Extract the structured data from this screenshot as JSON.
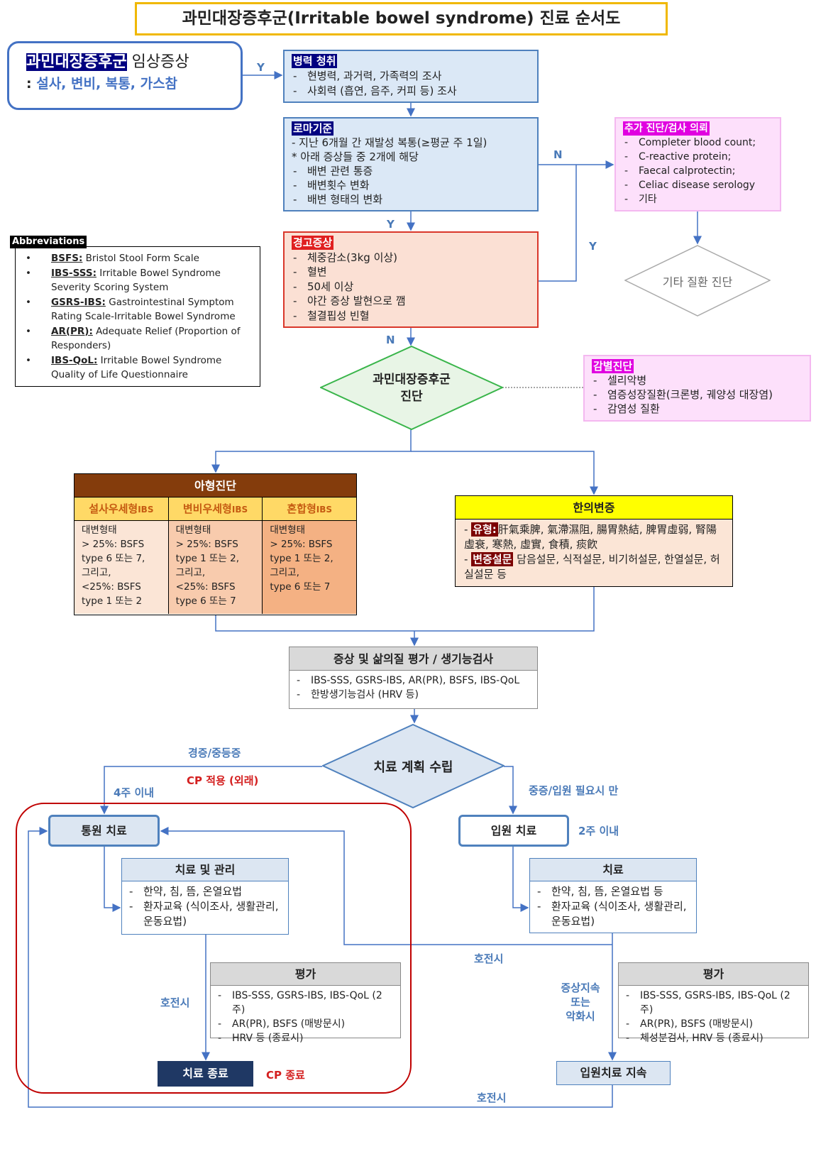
{
  "title": "과민대장증후군(Irritable bowel syndrome) 진료 순서도",
  "clinical": {
    "tag": "과민대장증후군",
    "title_rest": " 임상증상",
    "symptoms_prefix": ": ",
    "symptoms": "설사, 변비, 복통, 가스참"
  },
  "history": {
    "tag": "병력 청취",
    "items": [
      "현병력, 과거력, 가족력의 조사",
      "사회력 (흡연, 음주, 커피 등) 조사"
    ]
  },
  "rome": {
    "tag": "로마기준",
    "line1": "- 지난 6개월 간 재발성 복통(≥평균 주 1일)",
    "line2": "* 아래 증상들 중 2개에 해당",
    "items": [
      "배변 관련 통증",
      "배변횟수 변화",
      "배변 형태의 변화"
    ]
  },
  "extra": {
    "tag": "추가 진단/검사 의뢰",
    "items": [
      "Completer blood count;",
      "C-reactive protein;",
      "Faecal calprotectin;",
      "Celiac disease serology",
      "기타"
    ]
  },
  "other_dx": "기타 질환 진단",
  "abbr": {
    "label": "Abbreviations",
    "items": [
      {
        "k": "BSFS:",
        "v": " Bristol Stool Form Scale"
      },
      {
        "k": "IBS-SSS:",
        "v": " Irritable Bowel Syndrome Severity Scoring System"
      },
      {
        "k": "GSRS-IBS:",
        "v": " Gastrointestinal Symptom Rating Scale-Irritable Bowel Syndrome"
      },
      {
        "k": "AR(PR):",
        "v": " Adequate Relief (Proportion of Responders)"
      },
      {
        "k": "IBS-QoL:",
        "v": " Irritable Bowel Syndrome Quality of Life Questionnaire"
      }
    ]
  },
  "warning": {
    "tag": "경고증상",
    "items": [
      "체중감소(3kg 이상)",
      "혈변",
      "50세 이상",
      "야간 증상 발현으로 깸",
      "철결핍성 빈혈"
    ]
  },
  "dx": {
    "line1": "과민대장증후군",
    "line2": "진단"
  },
  "ddx": {
    "tag": "감별진단",
    "items": [
      "셀리악병",
      "염증성장질환(크론병, 궤양성 대장염)",
      "감염성 질환"
    ]
  },
  "subtype": {
    "header": "아형진단",
    "cols": [
      {
        "name": "설사우세형",
        "suffix": "IBS",
        "body": "대변형태\n> 25%: BSFS type 6 또는 7,\n그리고,\n<25%: BSFS type 1 또는 2"
      },
      {
        "name": "변비우세형",
        "suffix": "IBS",
        "body": "대변형태\n> 25%: BSFS type 1 또는 2,\n그리고,\n<25%: BSFS type 6 또는 7"
      },
      {
        "name": "혼합형",
        "suffix": "IBS",
        "body": "대변형태\n> 25%: BSFS type 1 또는 2,\n그리고,\ntype 6 또는 7"
      }
    ]
  },
  "km": {
    "header": "한의변증",
    "type_tag": "유형:",
    "types": "肝氣乘脾, 氣滯濕阻, 腸胃熱結, 脾胃虛弱, 腎陽虛衰, 寒熱, 虛實, 食積, 痰飮",
    "q_tag": "변증설문",
    "q": " 담음설문, 식적설문, 비기허설문, 한열설문, 허실설문 등"
  },
  "eval1": {
    "header": "증상 및 삶의질 평가 / 생기능검사",
    "items": [
      "IBS-SSS, GSRS-IBS, AR(PR), BSFS, IBS-QoL",
      "한방생기능검사 (HRV 등)"
    ]
  },
  "plan": "치료 계획 수립",
  "labels": {
    "y1": "Y",
    "n1": "N",
    "y2": "Y",
    "y3": "Y",
    "n2": "N",
    "mild": "경증/중등증",
    "cp_apply": "CP 적용 (외래)",
    "w4": "4주 이내",
    "severe": "중증/입원 필요시 만",
    "w2": "2주 이내",
    "improve1": "호전시",
    "improve2": "호전시",
    "improve3": "호전시",
    "worse": "증상지속\n또는\n악화시",
    "cp_end": "CP 종료"
  },
  "outpatient": "통원 치료",
  "inpatient": "입원 치료",
  "tx_mgmt": {
    "header": "치료 및 관리",
    "items": [
      "한약, 침, 뜸, 온열요법",
      "환자교육 (식이조사, 생활관리, 운동요법)"
    ]
  },
  "tx": {
    "header": "치료",
    "items": [
      "한약, 침, 뜸, 온열요법 등",
      "환자교육 (식이조사, 생활관리, 운동요법)"
    ]
  },
  "eval_l": {
    "header": "평가",
    "items": [
      "IBS-SSS, GSRS-IBS, IBS-QoL (2주)",
      "AR(PR), BSFS (매방문시)",
      "HRV 등 (종료시)"
    ]
  },
  "eval_r": {
    "header": "평가",
    "items": [
      "IBS-SSS, GSRS-IBS, IBS-QoL (2주)",
      "AR(PR), BSFS (매방문시)",
      "체성분검사, HRV 등 (종료시)"
    ]
  },
  "end": "치료 종료",
  "continue": "입원치료 지속"
}
